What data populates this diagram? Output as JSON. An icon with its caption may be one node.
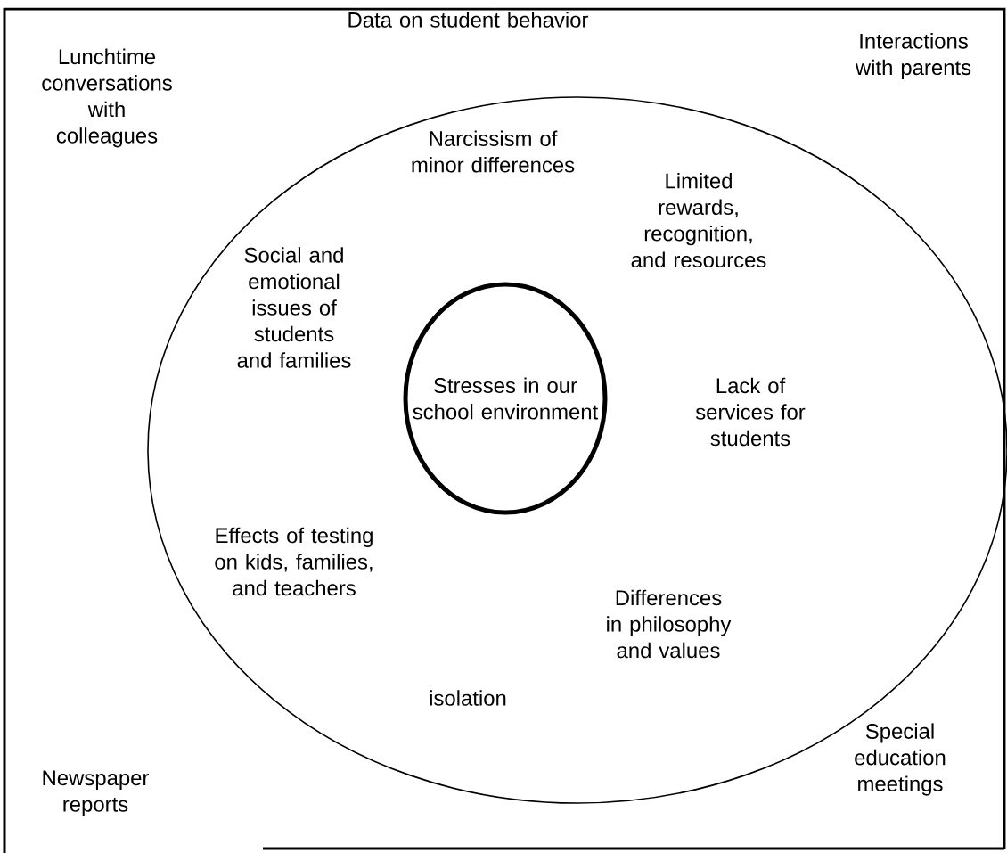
{
  "diagram": {
    "nodes": [
      {
        "text": [
          "Data on student behavior",
          "Interactions with parents",
          "Lunchtime conversations with colleagues",
          "Special education meetings",
          "Newspaper reports"
        ]
      },
      {
        "text": [
          "Narcissism of minor differences",
          "Limited rewards, recognition, and resources",
          "Social and emotional issues of students and families",
          "Lack of services for students",
          "Effects of testing on kids, families, and teachers",
          "Differences in philosophy and values",
          "isolation"
        ],
        "in": 0
      },
      {
        "text": [
          "Stresses in our school environment"
        ],
        "in": 1
      }
    ]
  }
}
